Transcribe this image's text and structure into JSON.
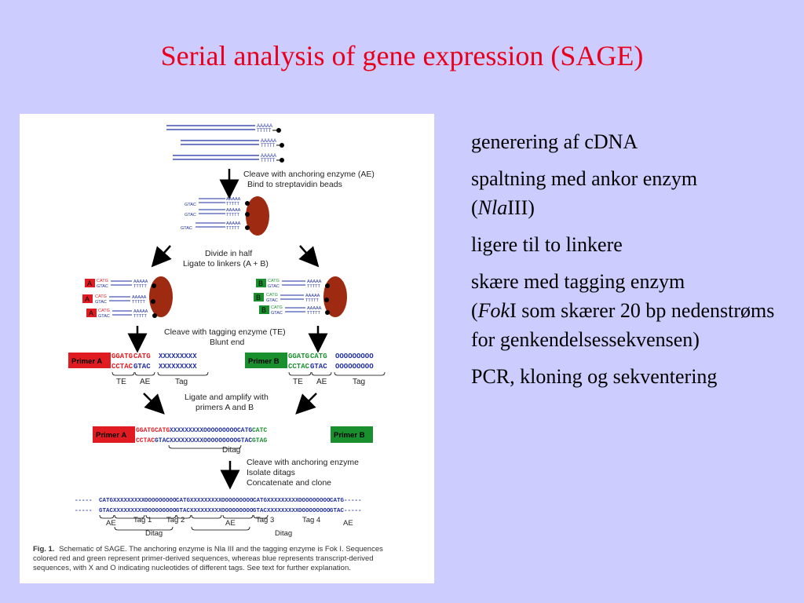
{
  "slide": {
    "title": "Serial analysis of gene expression (SAGE)"
  },
  "bullets": [
    {
      "text": "generering af cDNA"
    },
    {
      "line1": "spaltning med ankor enzym",
      "paren_open": "(",
      "italic": "Nla",
      "rest": "III)"
    },
    {
      "text": "ligere til to linkere"
    },
    {
      "line1": "skære med tagging enzym",
      "paren_open": "(",
      "italic": "Fok",
      "rest": "I som skærer 20 bp nedenstrøms for genkendelsessekvensen)"
    },
    {
      "text": "PCR, kloning og sekventering"
    }
  ],
  "figure": {
    "poly_a": "AAAAA",
    "poly_t": "TTTTT",
    "gtac": "GTAC",
    "catg": "CATG",
    "step1": "Cleave with anchoring enzyme (AE)",
    "step1b": "Bind to streptavidin beads",
    "step2": "Divide in half",
    "step2b": "Ligate to linkers (A + B)",
    "linker_a": "A",
    "linker_b": "B",
    "step3": "Cleave with tagging enzyme (TE)",
    "step3b": "Blunt end",
    "primer_a": "Primer A",
    "primer_b": "Primer B",
    "ggatg": "GGATG",
    "cctac": "CCTAC",
    "catc": "CATC",
    "gtag": "GTAG",
    "xs": "XXXXXXXXX",
    "os": "OOOOOOOOO",
    "label_te": "TE",
    "label_ae": "AE",
    "label_tag": "Tag",
    "step4": "Ligate and amplify with",
    "step4b": "primers A and B",
    "ditag_label": "Ditag",
    "step5": "Cleave with anchoring enzyme",
    "step5b": "Isolate ditags",
    "step5c": "Concatenate and clone",
    "dashes": "-----",
    "tag1": "Tag 1",
    "tag2": "Tag 2",
    "tag3": "Tag 3",
    "tag4": "Tag 4",
    "caption_bold": "Fig. 1.",
    "caption_line1": "Schematic of SAGE. The anchoring enzyme is Nla III and the tagging enzyme is Fok I. Sequences",
    "caption_line2": "colored red and green represent primer-derived sequences, whereas blue represents transcript-derived",
    "caption_line3": "sequences, with X and O indicating nucleotides of different tags. See text for further explanation.",
    "colors": {
      "red": "#e11b22",
      "green": "#1a8f2e",
      "blue": "#1e2da0",
      "orange": "#d9541b",
      "bead": "#9e2a12"
    }
  }
}
